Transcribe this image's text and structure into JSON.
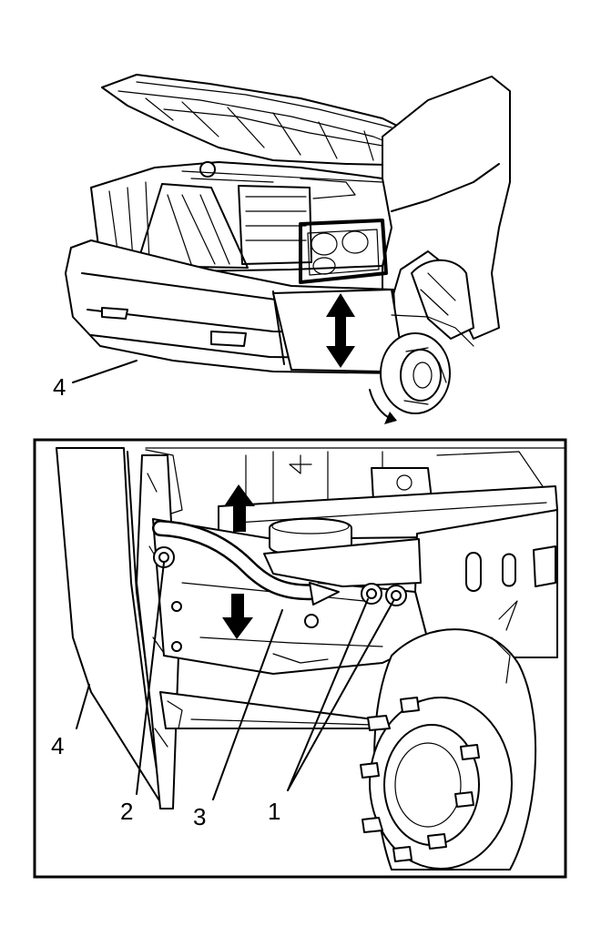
{
  "callouts": {
    "top_bumper": "4",
    "detail_bumper": "4",
    "bolt": "2",
    "hose": "3",
    "nuts": "1"
  }
}
